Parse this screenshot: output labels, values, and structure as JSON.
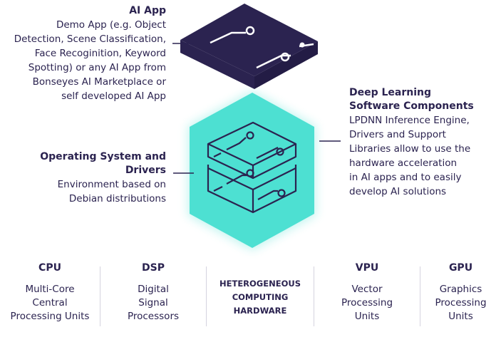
{
  "colors": {
    "navy": "#2b2350",
    "cyan": "#4de0d2",
    "cyan_glow": "#d7f7f4",
    "white": "#ffffff"
  },
  "icons": {
    "ai_app": "circuit-box-icon",
    "stack": "stacked-circuit-boxes-icon"
  },
  "ai_app": {
    "title": "AI App",
    "lines": [
      "Demo App (e.g. Object",
      "Detection, Scene Classification,",
      "Face Recoginition, Keyword",
      "Spotting) or any AI App from",
      "Bonseyes AI Marketplace or",
      "self developed AI App"
    ]
  },
  "deep_learning": {
    "title_lines": [
      "Deep Learning",
      "Software Components"
    ],
    "lines": [
      "LPDNN Inference Engine,",
      "Drivers and Support",
      "Libraries allow to use the",
      "hardware acceleration",
      "in AI apps and to easily",
      "develop AI solutions"
    ]
  },
  "os": {
    "title": "Operating System and Drivers",
    "lines": [
      "Environment based on",
      "Debian distributions"
    ]
  },
  "hardware": [
    {
      "title": "CPU",
      "lines": [
        "Multi-Core",
        "Central",
        "Processing Units"
      ]
    },
    {
      "title": "DSP",
      "lines": [
        "Digital",
        "Signal",
        "Processors"
      ]
    },
    {
      "title": "",
      "lines": [
        "HETEROGENEOUS",
        "COMPUTING",
        "HARDWARE"
      ]
    },
    {
      "title": "VPU",
      "lines": [
        "Vector",
        "Processing",
        "Units"
      ]
    },
    {
      "title": "GPU",
      "lines": [
        "Graphics",
        "Processing",
        "Units"
      ]
    }
  ]
}
